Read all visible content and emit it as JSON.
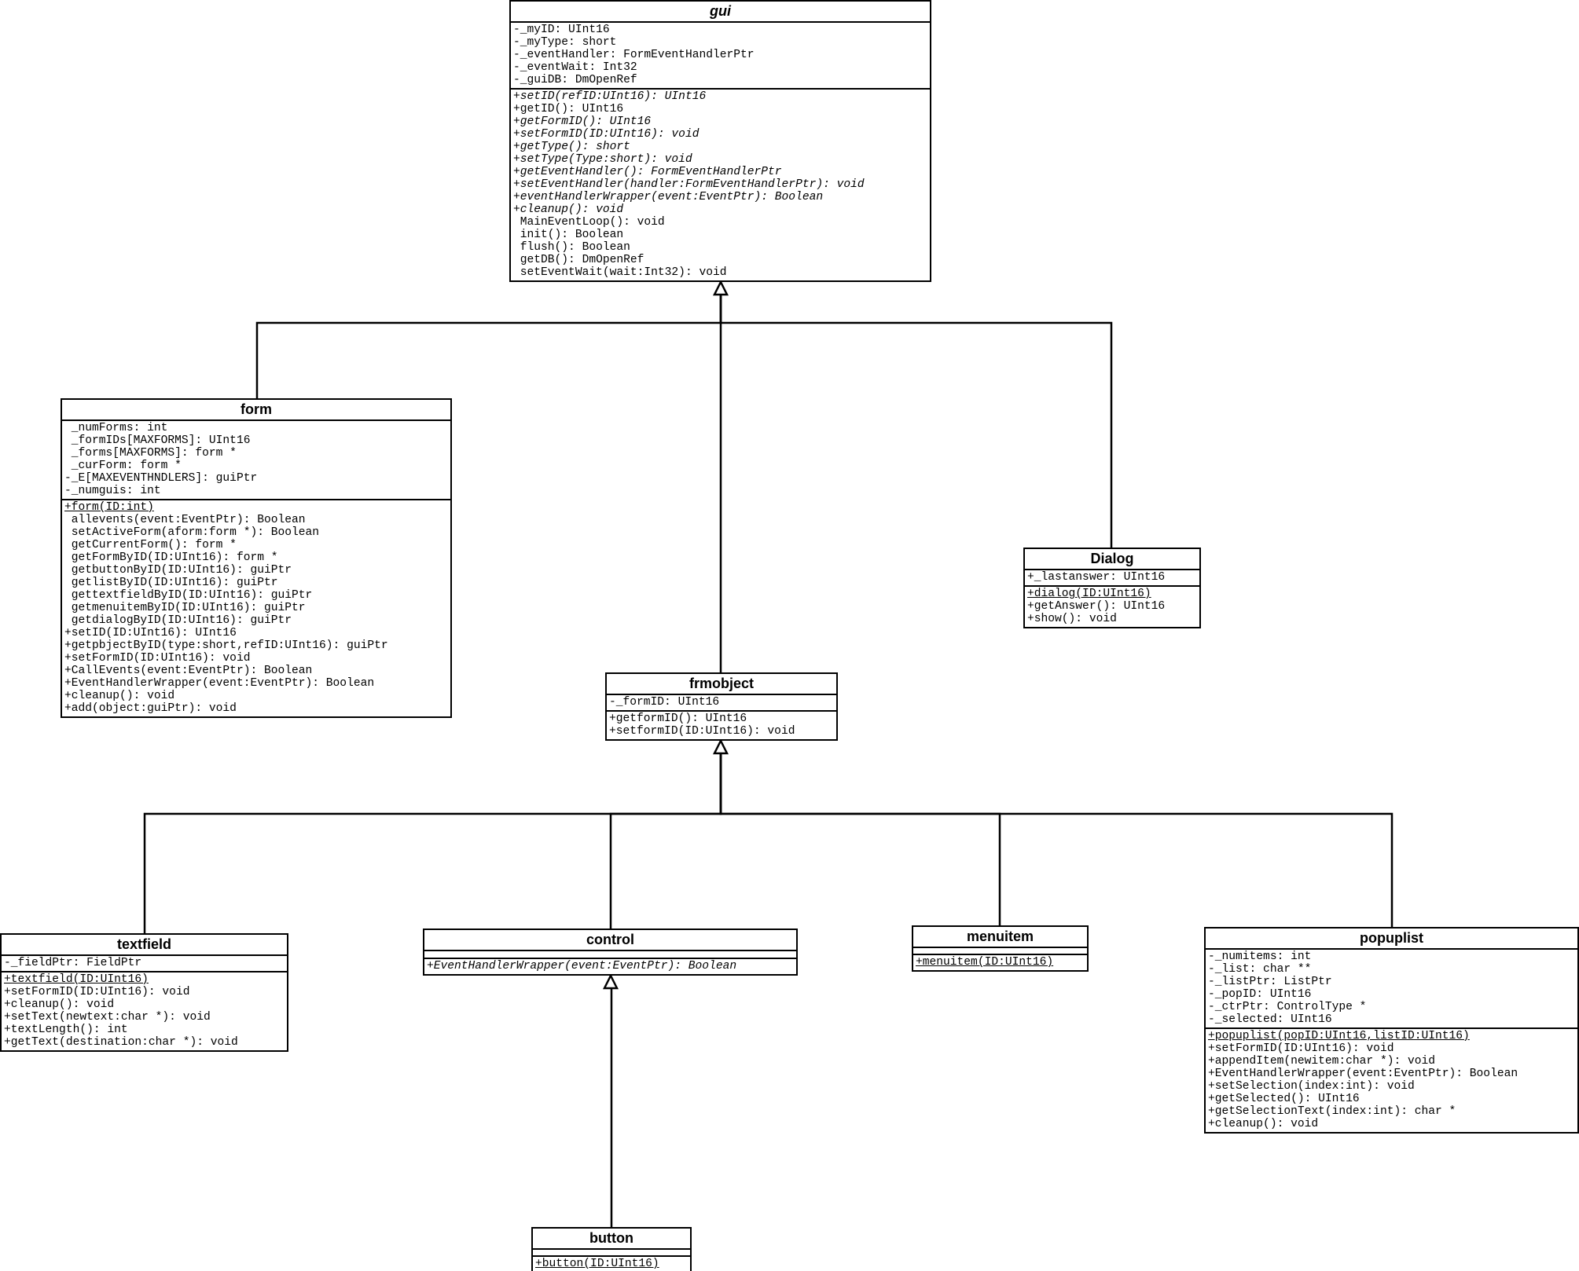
{
  "classes": [
    {
      "id": "gui",
      "name": "gui",
      "abstract": true,
      "attributes": [
        {
          "text": "-_myID: UInt16"
        },
        {
          "text": "-_myType: short"
        },
        {
          "text": "-_eventHandler: FormEventHandlerPtr"
        },
        {
          "text": "-_eventWait: Int32"
        },
        {
          "text": "-_guiDB: DmOpenRef"
        }
      ],
      "operations": [
        {
          "text": "+setID(refID:UInt16): UInt16",
          "italic": true
        },
        {
          "text": "+getID(): UInt16"
        },
        {
          "text": "+getFormID(): UInt16",
          "italic": true
        },
        {
          "text": "+setFormID(ID:UInt16): void",
          "italic": true
        },
        {
          "text": "+getType(): short",
          "italic": true
        },
        {
          "text": "+setType(Type:short): void",
          "italic": true
        },
        {
          "text": "+getEventHandler(): FormEventHandlerPtr",
          "italic": true
        },
        {
          "text": "+setEventHandler(handler:FormEventHandlerPtr): void",
          "italic": true
        },
        {
          "text": "+eventHandlerWrapper(event:EventPtr): Boolean",
          "italic": true
        },
        {
          "text": "+cleanup(): void",
          "italic": true
        },
        {
          "text": " MainEventLoop(): void"
        },
        {
          "text": " init(): Boolean"
        },
        {
          "text": " flush(): Boolean"
        },
        {
          "text": " getDB(): DmOpenRef"
        },
        {
          "text": " setEventWait(wait:Int32): void"
        }
      ]
    },
    {
      "id": "form",
      "name": "form",
      "attributes": [
        {
          "text": " _numForms: int"
        },
        {
          "text": " _formIDs[MAXFORMS]: UInt16"
        },
        {
          "text": " _forms[MAXFORMS]: form *"
        },
        {
          "text": " _curForm: form *"
        },
        {
          "text": "-_E[MAXEVENTHNDLERS]: guiPtr"
        },
        {
          "text": "-_numguis: int"
        }
      ],
      "operations": [
        {
          "text": "+form(ID:int)",
          "static": true
        },
        {
          "text": " allevents(event:EventPtr): Boolean"
        },
        {
          "text": " setActiveForm(aform:form *): Boolean"
        },
        {
          "text": " getCurrentForm(): form *"
        },
        {
          "text": " getFormByID(ID:UInt16): form *"
        },
        {
          "text": " getbuttonByID(ID:UInt16): guiPtr"
        },
        {
          "text": " getlistByID(ID:UInt16): guiPtr"
        },
        {
          "text": " gettextfieldByID(ID:UInt16): guiPtr"
        },
        {
          "text": " getmenuitemByID(ID:UInt16): guiPtr"
        },
        {
          "text": " getdialogByID(ID:UInt16): guiPtr"
        },
        {
          "text": "+setID(ID:UInt16): UInt16"
        },
        {
          "text": "+getpbjectByID(type:short,refID:UInt16): guiPtr"
        },
        {
          "text": "+setFormID(ID:UInt16): void"
        },
        {
          "text": "+CallEvents(event:EventPtr): Boolean"
        },
        {
          "text": "+EventHandlerWrapper(event:EventPtr): Boolean"
        },
        {
          "text": "+cleanup(): void"
        },
        {
          "text": "+add(object:guiPtr): void"
        }
      ]
    },
    {
      "id": "dialog",
      "name": "Dialog",
      "attributes": [
        {
          "text": "+_lastanswer: UInt16"
        }
      ],
      "operations": [
        {
          "text": "+dialog(ID:UInt16)",
          "static": true
        },
        {
          "text": "+getAnswer(): UInt16"
        },
        {
          "text": "+show(): void"
        }
      ]
    },
    {
      "id": "frmobject",
      "name": "frmobject",
      "attributes": [
        {
          "text": "-_formID: UInt16"
        }
      ],
      "operations": [
        {
          "text": "+getformID(): UInt16"
        },
        {
          "text": "+setformID(ID:UInt16): void"
        }
      ]
    },
    {
      "id": "textfield",
      "name": "textfield",
      "attributes": [
        {
          "text": "-_fieldPtr: FieldPtr"
        }
      ],
      "operations": [
        {
          "text": "+textfield(ID:UInt16)",
          "static": true
        },
        {
          "text": "+setFormID(ID:UInt16): void"
        },
        {
          "text": "+cleanup(): void"
        },
        {
          "text": "+setText(newtext:char *): void"
        },
        {
          "text": "+textLength(): int"
        },
        {
          "text": "+getText(destination:char *): void"
        }
      ]
    },
    {
      "id": "control",
      "name": "control",
      "attributes": [],
      "operations": [
        {
          "text": "+EventHandlerWrapper(event:EventPtr): Boolean",
          "italic": true
        }
      ]
    },
    {
      "id": "menuitem",
      "name": "menuitem",
      "attributes": [],
      "operations": [
        {
          "text": "+menuitem(ID:UInt16)",
          "static": true
        }
      ]
    },
    {
      "id": "popuplist",
      "name": "popuplist",
      "attributes": [
        {
          "text": "-_numitems: int"
        },
        {
          "text": "-_list: char **"
        },
        {
          "text": "-_listPtr: ListPtr"
        },
        {
          "text": "-_popID: UInt16"
        },
        {
          "text": "-_ctrPtr: ControlType *"
        },
        {
          "text": "-_selected: UInt16"
        }
      ],
      "operations": [
        {
          "text": "+popuplist(popID:UInt16,listID:UInt16)",
          "static": true
        },
        {
          "text": "+setFormID(ID:UInt16): void"
        },
        {
          "text": "+appendItem(newitem:char *): void"
        },
        {
          "text": "+EventHandlerWrapper(event:EventPtr): Boolean"
        },
        {
          "text": "+setSelection(index:int): void"
        },
        {
          "text": "+getSelected(): UInt16"
        },
        {
          "text": "+getSelectionText(index:int): char *"
        },
        {
          "text": "+cleanup(): void"
        }
      ]
    },
    {
      "id": "button",
      "name": "button",
      "attributes": [],
      "operations": [
        {
          "text": "+button(ID:UInt16)",
          "static": true
        }
      ]
    }
  ],
  "generalizations": [
    {
      "child": "form",
      "parent": "gui"
    },
    {
      "child": "frmobject",
      "parent": "gui"
    },
    {
      "child": "dialog",
      "parent": "gui"
    },
    {
      "child": "textfield",
      "parent": "frmobject"
    },
    {
      "child": "control",
      "parent": "frmobject"
    },
    {
      "child": "menuitem",
      "parent": "frmobject"
    },
    {
      "child": "popuplist",
      "parent": "frmobject"
    },
    {
      "child": "button",
      "parent": "control"
    }
  ]
}
